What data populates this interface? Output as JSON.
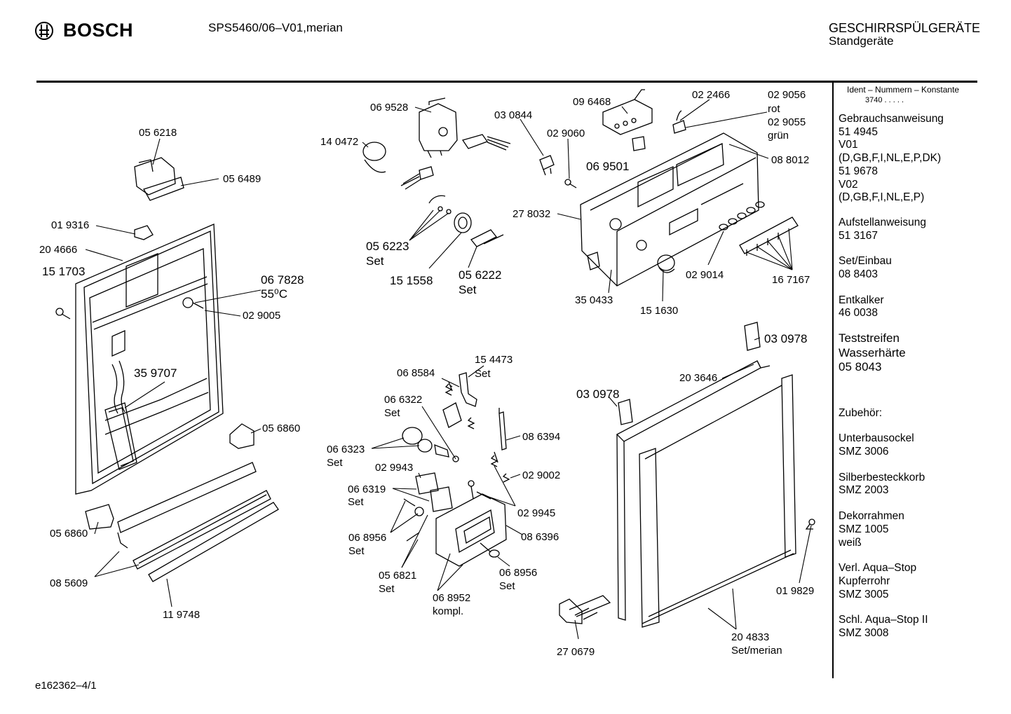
{
  "header": {
    "brand": "BOSCH",
    "model": "SPS5460/06–V01,merian",
    "category": "GESCHIRRSPÜLGERÄTE",
    "subcategory": "Standgeräte"
  },
  "parts": {
    "p056218": "05 6218",
    "p056489": "05 6489",
    "p019316": "01 9316",
    "p204666": "20 4666",
    "p151703": "15 1703",
    "p067828": "06 7828",
    "p067828_temp": "55⁰C",
    "p029005": "02 9005",
    "p359707": "35 9707",
    "p056860a": "05 6860",
    "p056860b": "05 6860",
    "p085609": "08 5609",
    "p119748": "11 9748",
    "p069528": "06 9528",
    "p140472": "14 0472",
    "p030844": "03 0844",
    "p029060": "02 9060",
    "p096468": "09 6468",
    "p022466": "02 2466",
    "p029056": "02 9056",
    "p029056_note": "rot",
    "p029055": "02 9055",
    "p029055_note": "grün",
    "p069501": "06 9501",
    "p088012": "08 8012",
    "p278032": "27 8032",
    "p056223": "05 6223",
    "p056223_note": "Set",
    "p151558": "15 1558",
    "p056222": "05 6222",
    "p056222_note": "Set",
    "p350433": "35 0433",
    "p151630": "15 1630",
    "p029014": "02 9014",
    "p167167": "16 7167",
    "p030978a": "03 0978",
    "p030978b": "03 0978",
    "p203646": "20 3646",
    "p068584": "06 8584",
    "p154473": "15 4473",
    "p154473_note": "Set",
    "p066322": "06 6322",
    "p066322_note": "Set",
    "p066323": "06 6323",
    "p066323_note": "Set",
    "p086394": "08 6394",
    "p029943": "02 9943",
    "p029002": "02 9002",
    "p066319": "06 6319",
    "p066319_note": "Set",
    "p029945": "02 9945",
    "p068956a": "06 8956",
    "p068956a_note": "Set",
    "p086396": "08 6396",
    "p056821": "05 6821",
    "p056821_note": "Set",
    "p068956b": "06 8956",
    "p068956b_note": "Set",
    "p068952": "06 8952",
    "p068952_note": "kompl.",
    "p019829": "01 9829",
    "p270679": "27 0679",
    "p204833": "20 4833",
    "p204833_note": "Set/merian"
  },
  "sidebar": {
    "ident_title": "Ident – Nummern – Konstante",
    "ident_number": "3740  .  .  .  .  .",
    "groups": [
      {
        "lines": [
          "Gebrauchsanweisung",
          "51 4945",
          "V01",
          "(D,GB,F,I,NL,E,P,DK)",
          "51 9678",
          "V02",
          "(D,GB,F,I,NL,E,P)"
        ]
      },
      {
        "lines": [
          "Aufstellanweisung",
          "51 3167"
        ]
      },
      {
        "lines": [
          "Set/Einbau",
          "08 8403"
        ]
      },
      {
        "lines": [
          "Entkalker",
          "46 0038"
        ]
      },
      {
        "lines": [
          "Teststreifen",
          "Wasserhärte",
          "05 8043"
        ]
      },
      {
        "lines": [
          "Zubehör:"
        ]
      },
      {
        "lines": [
          "Unterbausockel",
          "SMZ 3006"
        ]
      },
      {
        "lines": [
          "Silberbesteckkorb",
          "SMZ 2003"
        ]
      },
      {
        "lines": [
          "Dekorrahmen",
          "SMZ 1005",
          "weiß"
        ]
      },
      {
        "lines": [
          "Verl. Aqua–Stop",
          "Kupferrohr",
          "SMZ 3005"
        ]
      },
      {
        "lines": [
          "Schl. Aqua–Stop II",
          "SMZ 3008"
        ]
      }
    ]
  },
  "footer": {
    "code": "e162362–4/1"
  }
}
